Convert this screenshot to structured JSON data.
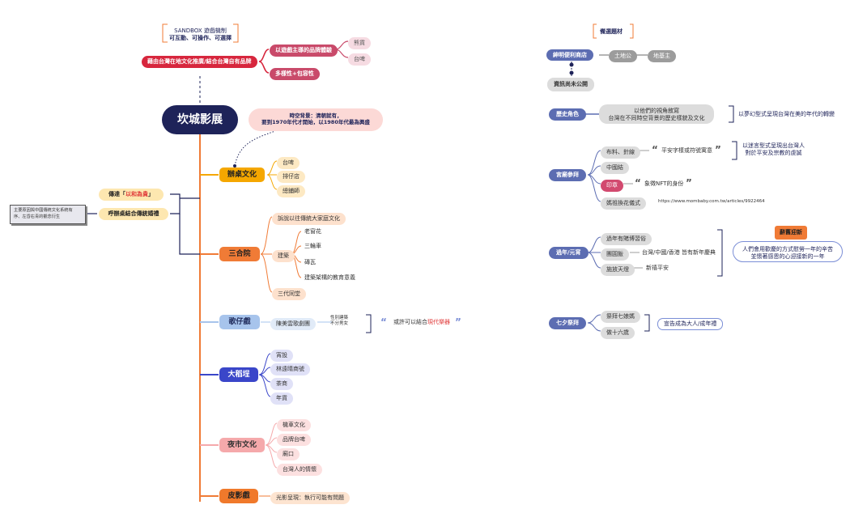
{
  "root": {
    "label": "坎城影展"
  },
  "sandbox": {
    "title": "SANDBOX 遊戲機制",
    "subtitle": "可互動、可操作、可選擇"
  },
  "top": {
    "main": "藉由台灣在地文化推廣/結合台灣自有品牌",
    "branch1": "以遊戲主導的品牌體驗",
    "branch1_children": [
      "熊貨",
      "台啤"
    ],
    "branch2": "多樣性+包容性"
  },
  "time_bg": {
    "line1": "時空背景：清朝就有，",
    "line2": "要到1970年代才開始，以1980年代最為興盛"
  },
  "side_note": {
    "line1": "主要原因與中國傳統文化系統有",
    "line2": "序、左昏右青的觀念衍生"
  },
  "left_nodes": {
    "convey_prefix": "傳達「",
    "convey_highlight": "以和為貴",
    "convey_suffix": "」",
    "call": "呼辦桌結合傳統婚禮"
  },
  "branches": {
    "banquet": {
      "label": "辦桌文化",
      "children": [
        "台啤",
        "排仔店",
        "總鋪師"
      ]
    },
    "sanheyuan": {
      "label": "三合院",
      "child1": "訴說以往傳統大家庭文化",
      "building": "建築",
      "building_children": [
        "老窗花",
        "三輪車",
        "磚瓦",
        "建築架構的教育意義"
      ],
      "child3": "三代同堂"
    },
    "opera": {
      "label": "歌仔戲",
      "child": "陳美雲歌劇團",
      "note_line1": "性別建築",
      "note_line2": "不分男女",
      "quote_prefix": "或許可以結合",
      "quote_highlight": "現代樂器"
    },
    "dadaocheng": {
      "label": "大稻埕",
      "children": [
        "宵設",
        "林遠晴商號",
        "茶商",
        "年貨"
      ]
    },
    "nightmarket": {
      "label": "夜市文化",
      "children": [
        "機車文化",
        "品牌台啤",
        "廟口",
        "台灣人的情懷"
      ]
    },
    "shadow": {
      "label": "皮影戲",
      "child": "光影呈現：執行可能有問題"
    }
  },
  "right": {
    "candidate": "備選題材",
    "shop": "紳明便利商店",
    "shop_children": [
      "土地公",
      "地基主"
    ],
    "unpublished": "資訊尚未公開",
    "history": {
      "label": "歷史角色",
      "line1": "以他們的視角敘寫",
      "line2": "台灣在不同時空背景的歷史樣貌及文化",
      "note": "以夢幻型式呈現台灣在美的年代的轉變"
    },
    "temple": {
      "label": "宮廟參拜",
      "child1": "布料、針線",
      "quote1": "平安字樣或符號寓意",
      "note1_line1": "以迷言型式呈現出台灣人",
      "note1_line2": "對於平安及宗教的虔誠",
      "child2": "中國結",
      "child3": "印章",
      "quote2": "象徵NFT的身份",
      "child4": "媽祖換花儀式",
      "url": "https://www.mombaby.com.tw/articles/9922464"
    },
    "newyear": {
      "label": "過年/元宵",
      "children": [
        "過年有賭博習俗",
        "團圓飯",
        "施放天燈"
      ],
      "child2_note": "台灣/中國/香港 皆有新年慶典",
      "child3_note": "新禧平安",
      "reaffirm": "辭舊迎新",
      "summary_line1": "人們會用歡慶的方式慰勞一年的辛苦",
      "summary_line2": "並懷著感恩的心迎接新的一年"
    },
    "qixi": {
      "label": "七夕祭拜",
      "children": [
        "祭拜七娘媽",
        "做十六歲"
      ],
      "note": "宣告成為大人/成年禮"
    }
  },
  "colors": {
    "spine": "#f07b36",
    "navy": "#1e2359",
    "red": "#d7263d",
    "slate": "#5c6db2",
    "accent_red": "#e03a3a"
  }
}
